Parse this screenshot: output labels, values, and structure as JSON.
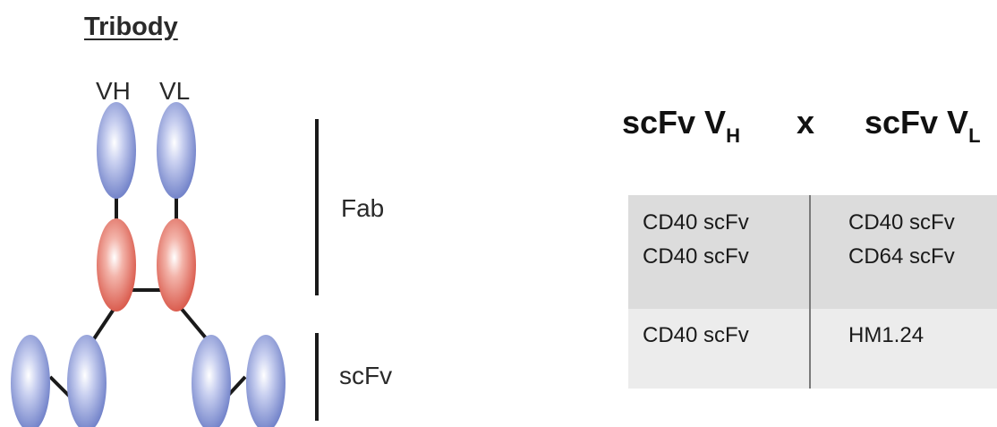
{
  "diagram": {
    "title": "Tribody",
    "labels": {
      "vh": "VH",
      "vl": "VL",
      "fab": "Fab",
      "scfv": "scFv"
    }
  },
  "table": {
    "header": {
      "left_main": "scFv V",
      "left_sub": "H",
      "x": "x",
      "right_main": "scFv V",
      "right_sub": "L"
    },
    "rows": [
      {
        "vh": "CD40 scFv",
        "vl": "CD40 scFv"
      },
      {
        "vh": "CD40 scFv",
        "vl": "CD64 scFv"
      },
      {
        "vh": "CD40 scFv",
        "vl": "HM1.24"
      }
    ]
  },
  "colors": {
    "blue_domain": "#7f8fd0",
    "red_domain": "#e06a5c",
    "band_dark": "#dcdcdc",
    "band_light": "#ececec"
  }
}
